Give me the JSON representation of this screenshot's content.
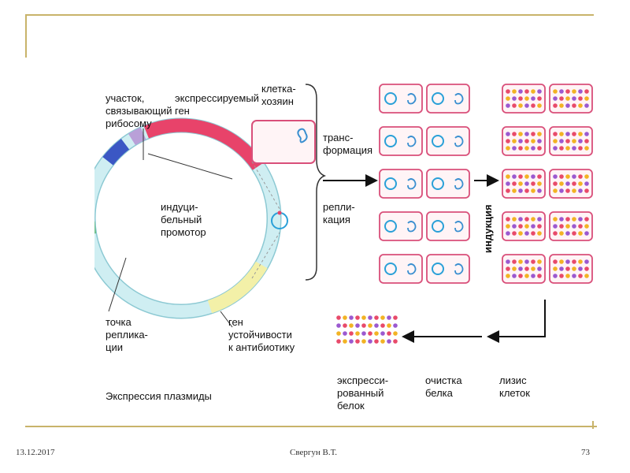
{
  "slide": {
    "date": "13.12.2017",
    "author": "Свергун В.Т.",
    "page_number": "73"
  },
  "diagram": {
    "colors": {
      "gene": "#e8436a",
      "ring": "#cfeef2",
      "ring_edge": "#8cc9d3",
      "resistance": "#f3f0a8",
      "origin": "#6fc08a",
      "promoter": "#3b57c4",
      "rbs": "#b9a0d8",
      "cell_border": "#d94f7a",
      "cell_fill": "#fff4f6",
      "plasmid_blue": "#2aa0d8",
      "chromosome": "#3a8fd0",
      "protein_dots": [
        "#e84a6a",
        "#f2b324",
        "#9b59d0"
      ]
    },
    "labels": {
      "rbs": [
        "участок,",
        "связывающий",
        "рибосому"
      ],
      "gene": [
        "экспрессируемый",
        "ген"
      ],
      "host": [
        "клетка-",
        "хозяин"
      ],
      "promoter": [
        "индуци-",
        "бельный",
        "промотор"
      ],
      "transformation": [
        "транс-",
        "формация"
      ],
      "replication": [
        "репли-",
        "кация"
      ],
      "induction": "индукция",
      "origin": [
        "точка",
        "реплика-",
        "ции"
      ],
      "resistance": [
        "ген",
        "устойчивости",
        "к антибиотику"
      ],
      "caption": "Экспрессия плазмиды",
      "expressed": [
        "экспресси-",
        "рованный",
        "белок"
      ],
      "purification": [
        "очистка",
        "белка"
      ],
      "lysis": [
        "лизис",
        "клеток"
      ]
    }
  }
}
